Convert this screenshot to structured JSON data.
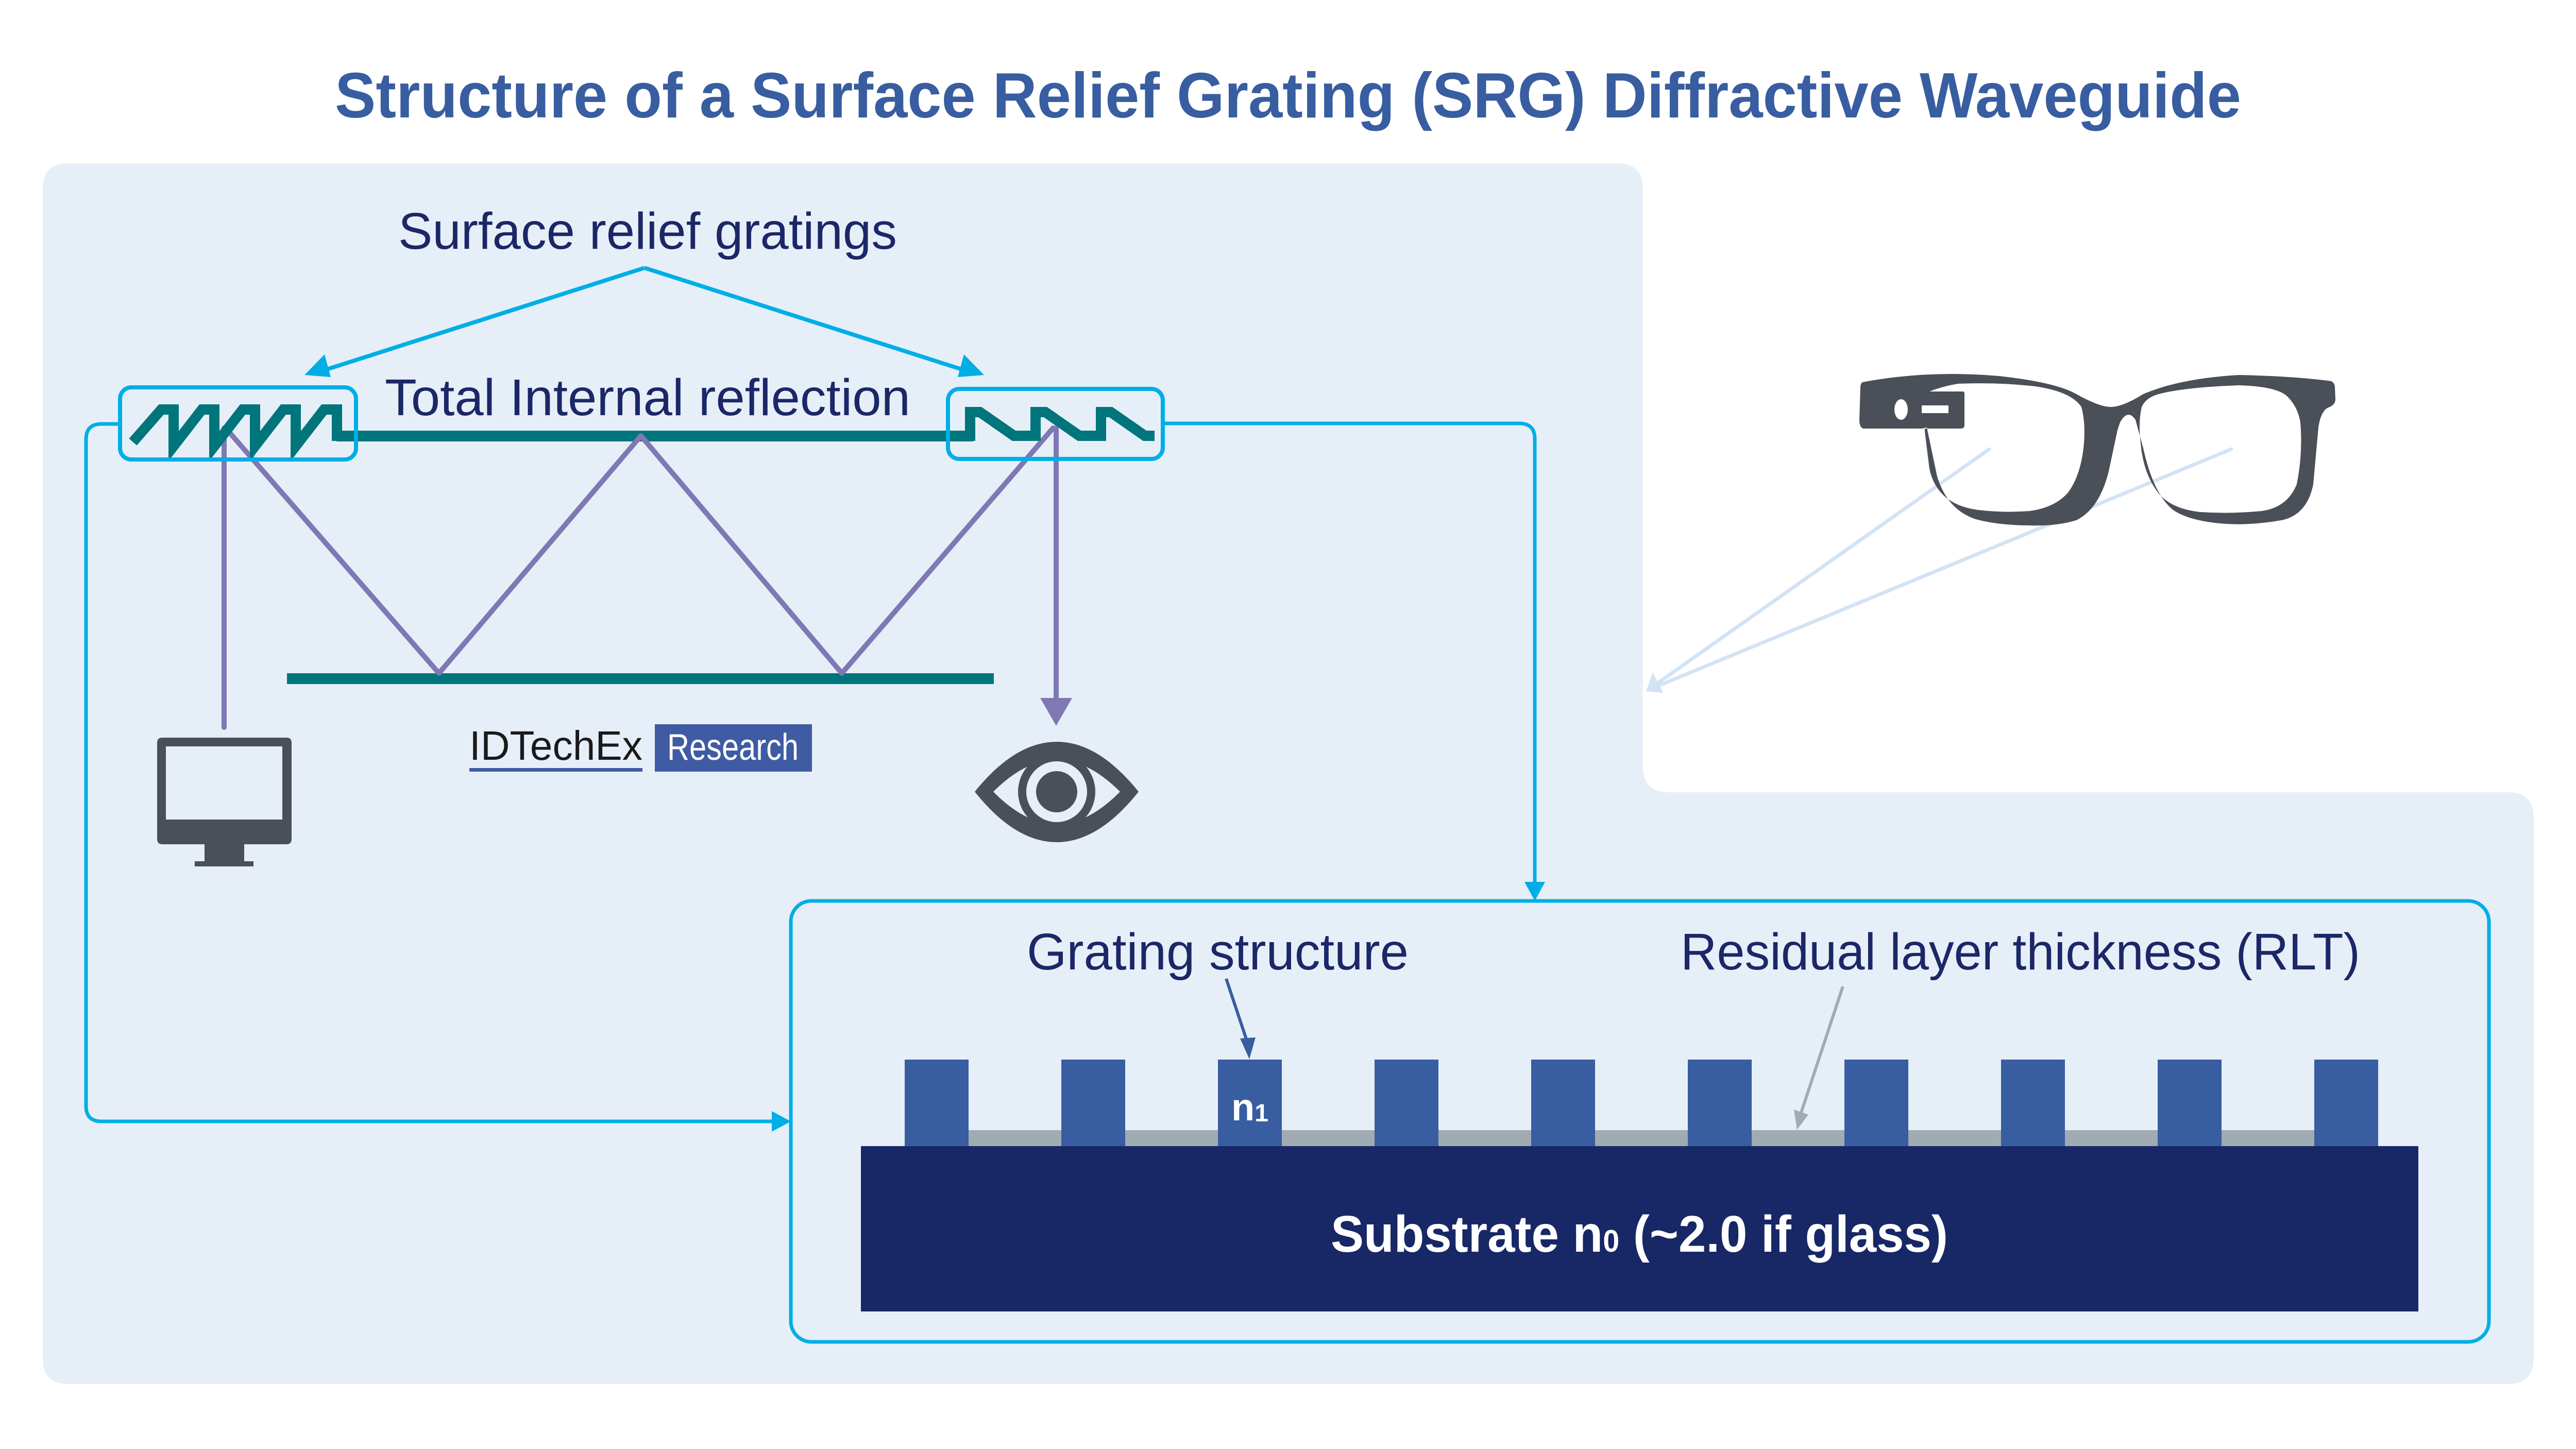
{
  "title": "Structure of a Surface Relief Grating (SRG) Diffractive Waveguide",
  "labels": {
    "surface_relief_gratings": "Surface relief gratings",
    "total_internal_reflection": "Total Internal reflection",
    "grating_structure": "Grating structure",
    "residual_layer_thickness": "Residual layer thickness (RLT)",
    "grating_index": "n",
    "grating_index_sub": "1",
    "substrate_prefix": "Substrate n",
    "substrate_index_sub": "0",
    "substrate_suffix": " (~2.0 if glass)"
  },
  "logo": {
    "brand": "IDTechEx",
    "tag": "Research"
  },
  "icons": {
    "display": "monitor-icon",
    "viewer": "eye-icon",
    "headset": "smart-glasses-icon"
  },
  "grating": {
    "ridge_count": 10,
    "labeled_ridge_index": 2
  },
  "colors": {
    "title": "#385DA0",
    "label_text": "#1B2766",
    "panel_background": "#E6EFF8",
    "connector_cyan": "#00AEE6",
    "waveguide_teal": "#00757C",
    "light_ray_purple": "#7F78B5",
    "icon_gray": "#4A4F58",
    "grating_ridge": "#385DA0",
    "residual_layer": "#A1ABB2",
    "substrate": "#182766",
    "logo_box": "#3F5BA4"
  }
}
